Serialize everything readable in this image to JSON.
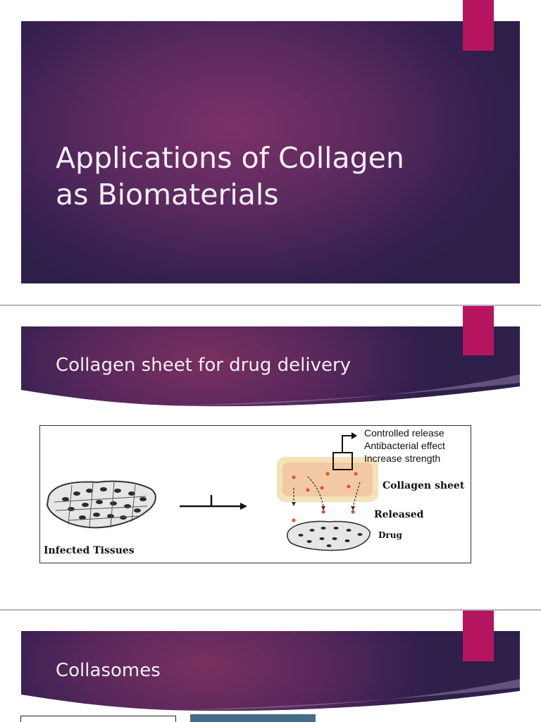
{
  "slides": [
    {
      "title": "Applications of Collagen\nas Biomaterials"
    },
    {
      "title": "Collagen sheet for drug delivery",
      "figure": {
        "labels": {
          "controlled_release": "Controlled release",
          "antibacterial": "Antibacterial effect",
          "increase_strength": "Increase strength",
          "collagen_sheet": "Collagen sheet",
          "released": "Released",
          "drug": "Drug",
          "infected_tissues": "Infected Tissues"
        }
      }
    },
    {
      "title": "Collasomes"
    }
  ],
  "colors": {
    "accent_tab": "#b5155f",
    "banner_dark": "#2d1f4a",
    "banner_mid": "#7a3168",
    "title_text": "#f4eef6"
  }
}
